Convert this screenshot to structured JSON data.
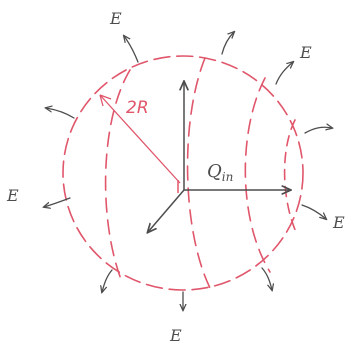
{
  "diagram": {
    "radius_label": "2R",
    "charge_label_main": "Q",
    "charge_label_sub": "in",
    "field_label": "E",
    "colors": {
      "sphere": "#e0566b",
      "ink": "#4d4d4d",
      "background": "#ffffff"
    }
  }
}
